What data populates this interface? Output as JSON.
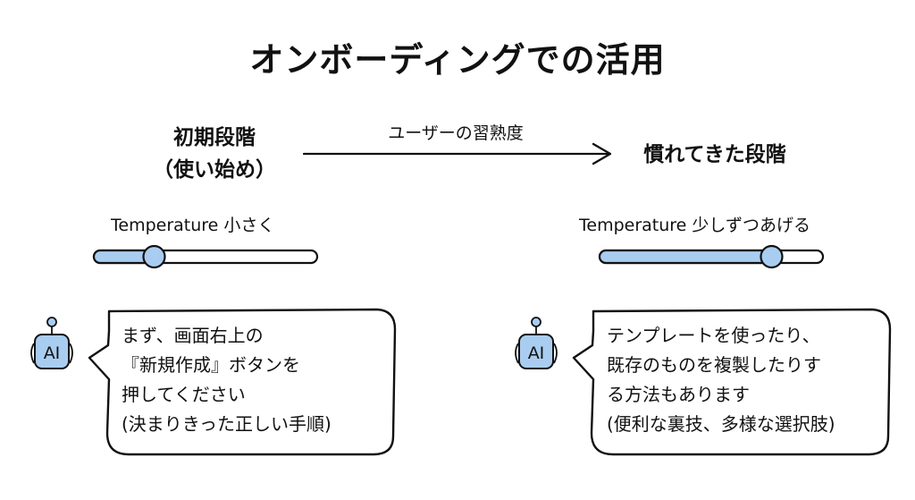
{
  "title": "オンボーディングでの活用",
  "axis": {
    "label": "ユーザーの習熟度",
    "direction": "left-to-right"
  },
  "stages": {
    "early": {
      "title_line1": "初期段階",
      "title_line2": "（使い始め）",
      "temperature_label": "Temperature 小さく",
      "slider_value": 0.27,
      "message_lines": [
        "まず、画面右上の",
        "『新規作成』ボタンを",
        "押してください",
        "(決まりきった正しい手順)"
      ],
      "bot_label": "AI"
    },
    "experienced": {
      "title": "慣れてきた段階",
      "temperature_label": "Temperature 少しずつあげる",
      "slider_value": 0.77,
      "message_lines": [
        "テンプレートを使ったり、",
        "既存のものを複製したりす",
        "る方法もあります",
        "(便利な裏技、多様な選択肢)"
      ],
      "bot_label": "AI"
    }
  },
  "colors": {
    "accent": "#a9cdf0",
    "stroke": "#111111",
    "background": "#ffffff"
  }
}
